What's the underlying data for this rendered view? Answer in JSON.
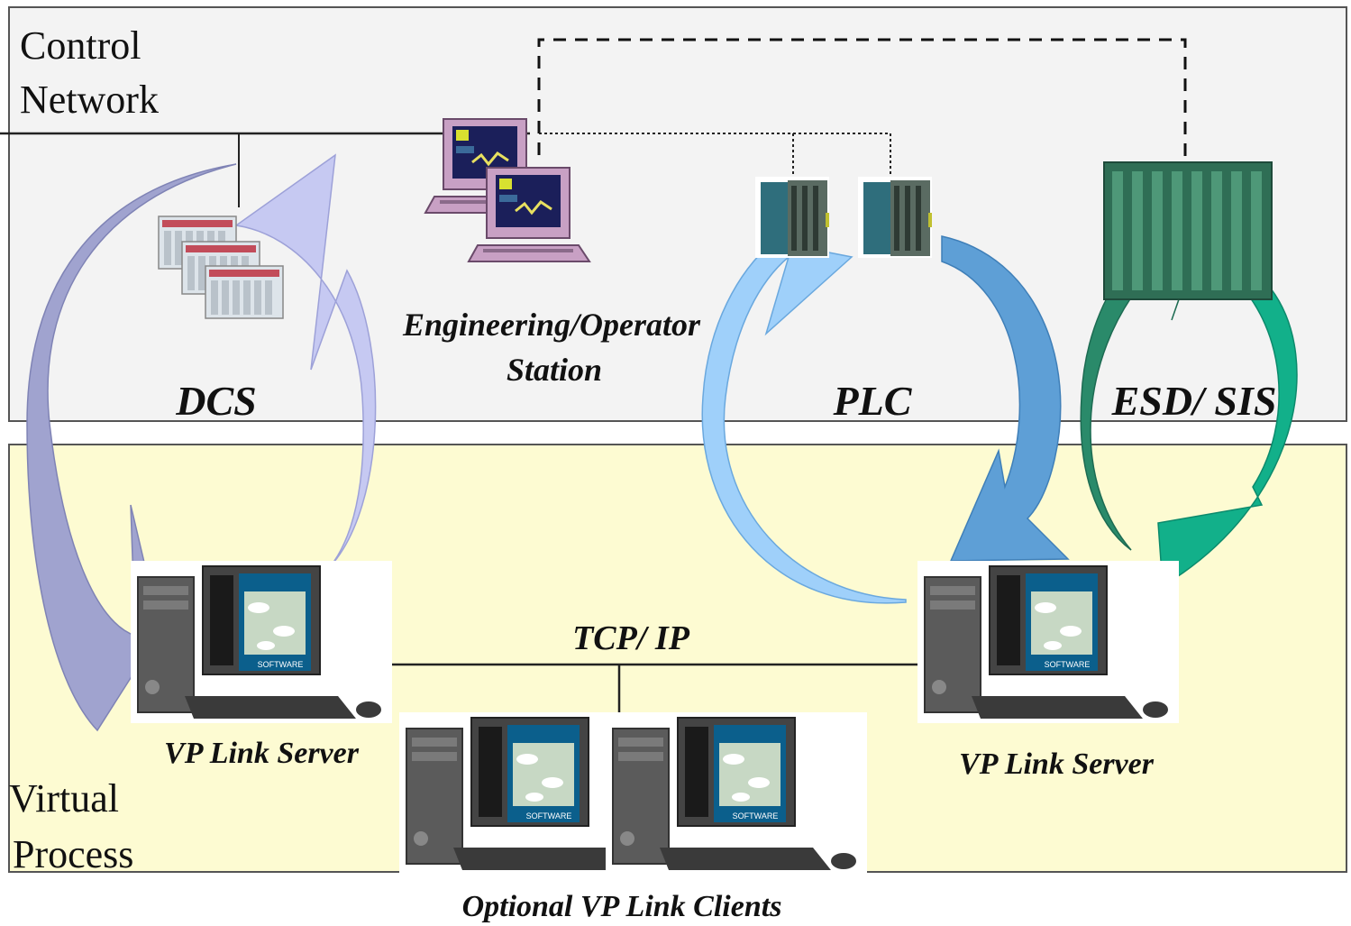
{
  "zones": {
    "control_network": {
      "line1": "Control",
      "line2": "Network",
      "fill": "#f3f3f3"
    },
    "virtual_process": {
      "line1": "Virtual",
      "line2": "Process",
      "fill": "#fdfbd2"
    }
  },
  "systems": {
    "dcs": "DCS",
    "plc": "PLC",
    "esd_sis": "ESD/ SIS",
    "eng_station_line1": "Engineering/Operator",
    "eng_station_line2": "Station"
  },
  "network": {
    "tcp_ip": "TCP/ IP"
  },
  "servers": {
    "left": "VP Link Server",
    "right": "VP Link Server",
    "clients": "Optional VP Link Clients",
    "screen_brand": "SOFTWARE"
  },
  "colors": {
    "dcs_arrow_dark": "#a0a3cf",
    "dcs_arrow_light": "#c6c9f2",
    "plc_arrow_dark": "#5e9fd6",
    "plc_arrow_light": "#9fd0fa",
    "esd_arrow_dark": "#2a8a6a",
    "esd_arrow_light": "#12b08a"
  }
}
